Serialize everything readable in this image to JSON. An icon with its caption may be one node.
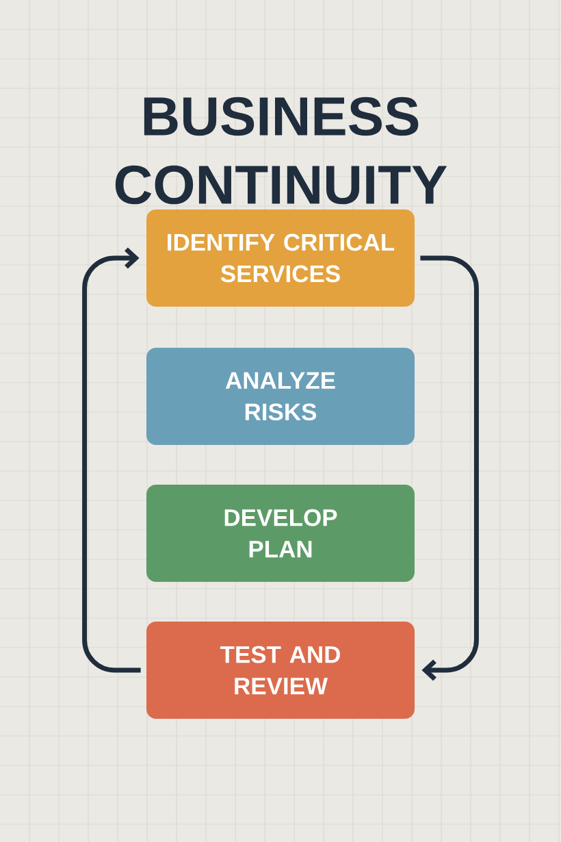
{
  "diagram": {
    "title": "BUSINESS CONTINUITY",
    "nodes": [
      {
        "text": [
          "IDENTIFY CRITICAL SERVICES"
        ]
      },
      {
        "text": [
          "ANALYZE RISKS"
        ]
      },
      {
        "text": [
          "DEVELOP PLAN"
        ]
      },
      {
        "text": [
          "TEST AND REVIEW"
        ]
      }
    ],
    "edges": [
      {
        "from": 0,
        "to": 3,
        "arrow": "to"
      },
      {
        "from": 3,
        "to": 0,
        "arrow": "to"
      }
    ]
  }
}
